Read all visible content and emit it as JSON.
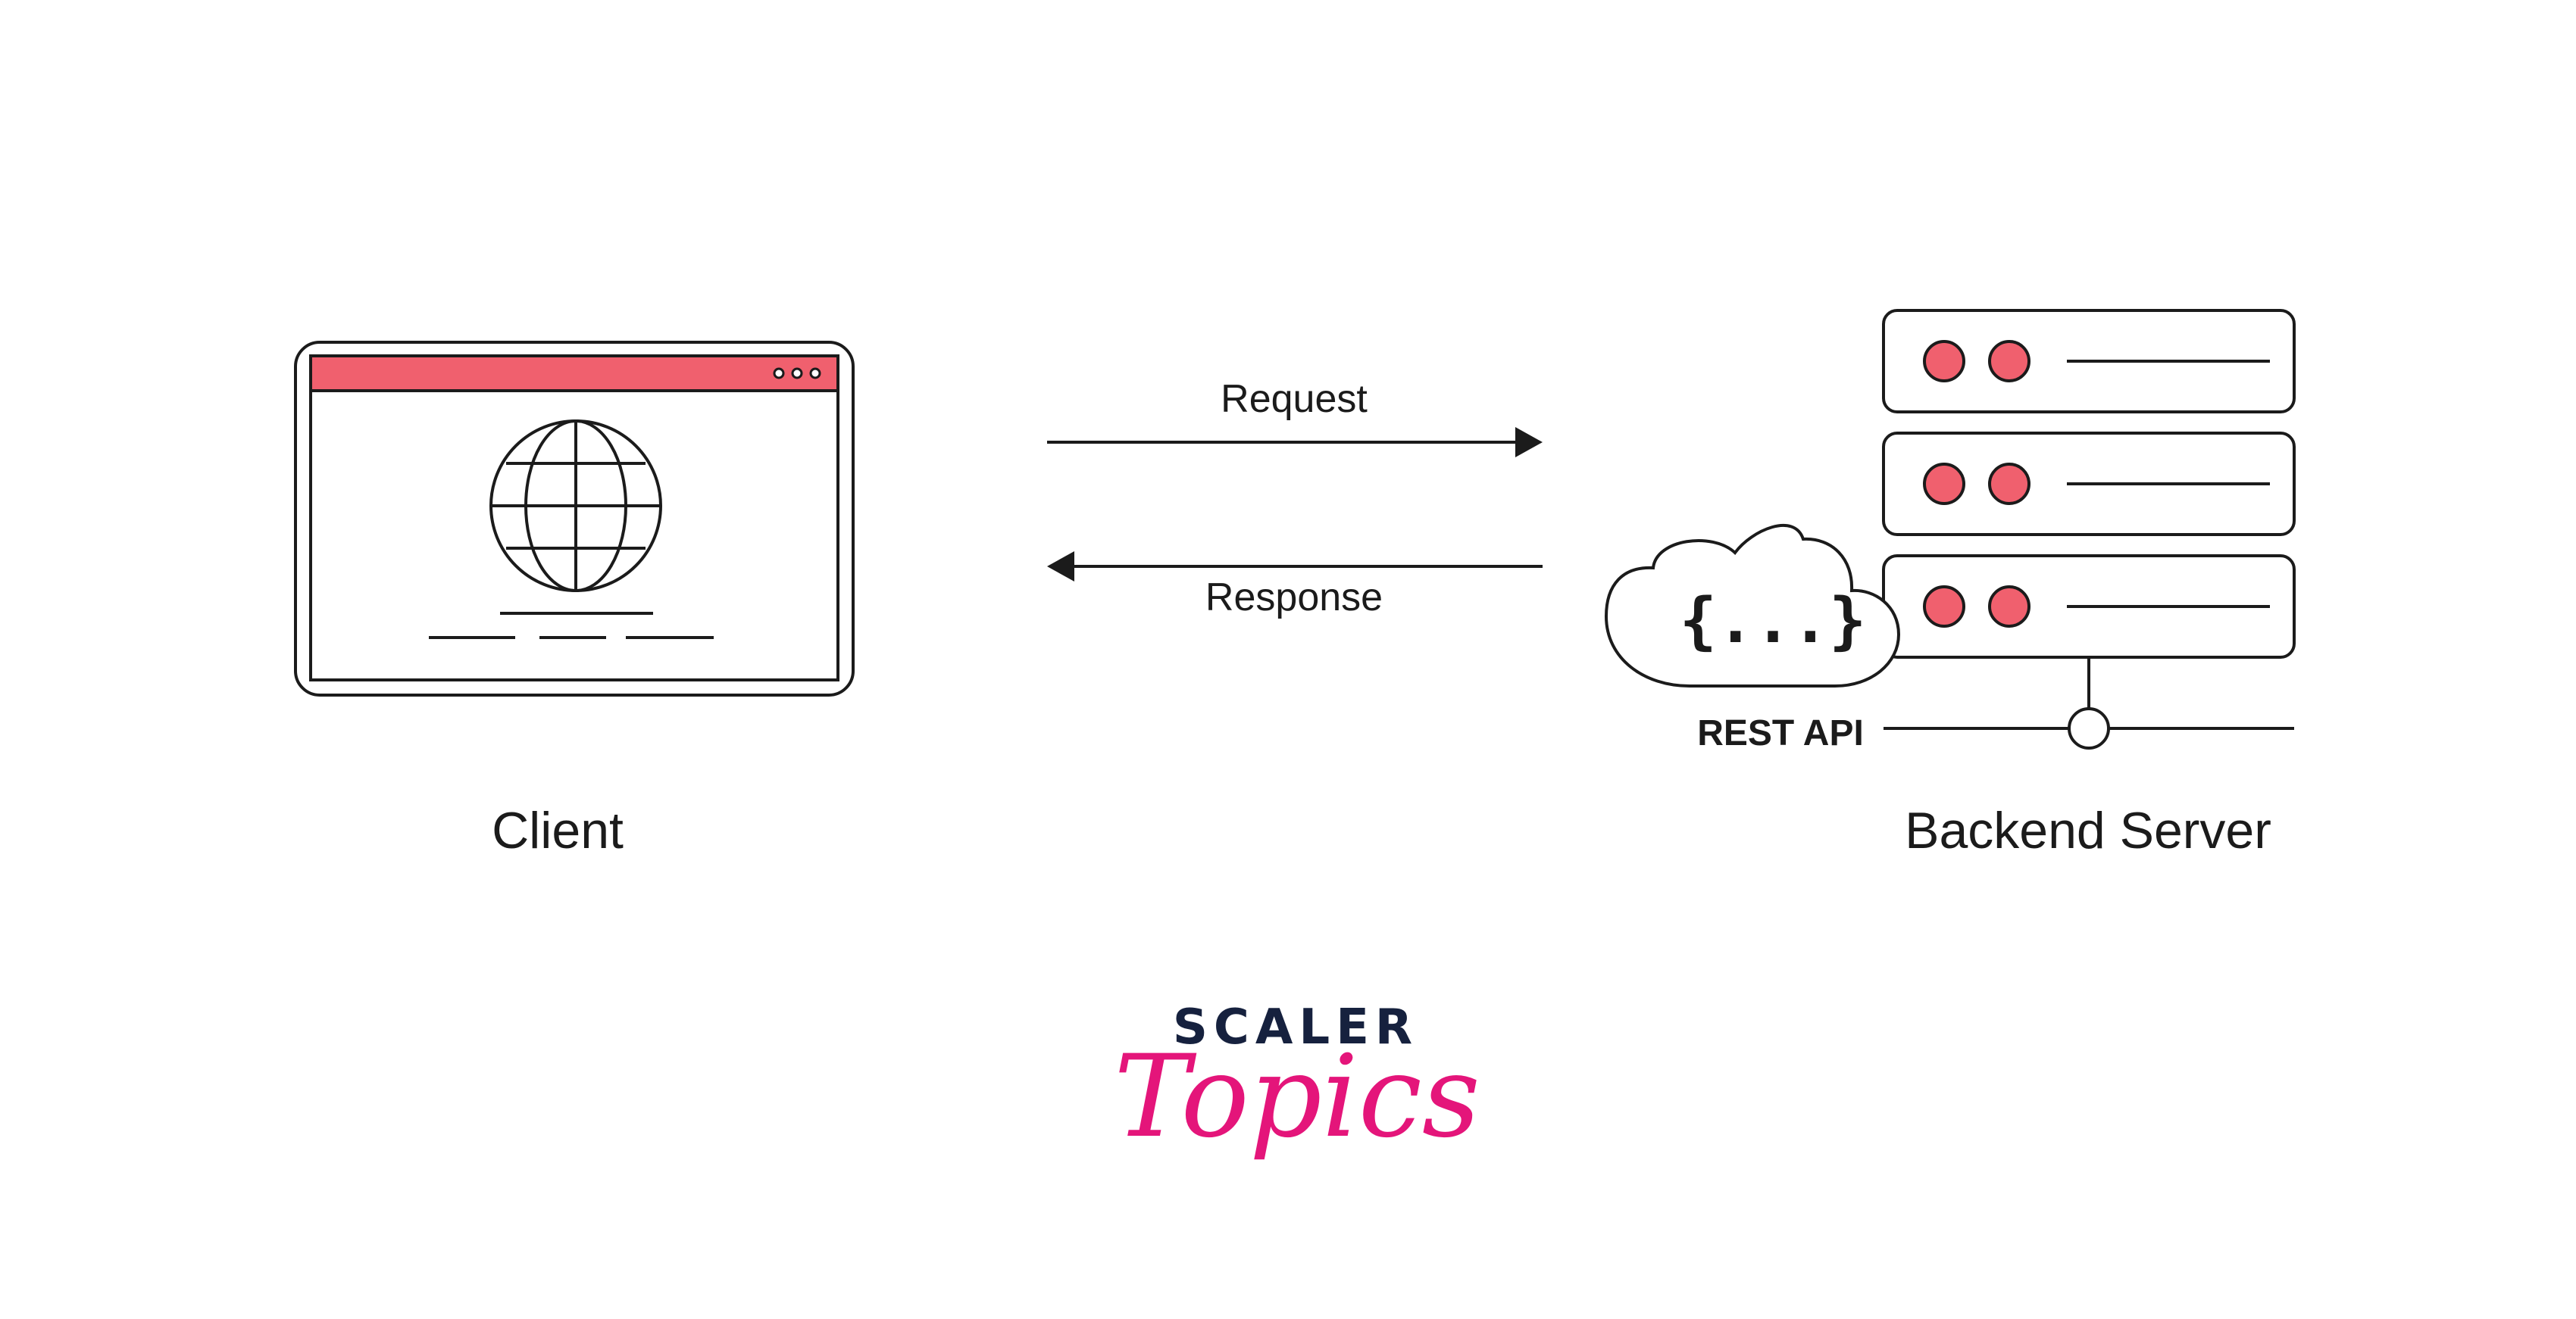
{
  "colors": {
    "accent": "#f0606e",
    "stroke": "#1b1b1b",
    "brand_dark": "#16213e",
    "brand_pink": "#e4157a",
    "background": "#ffffff"
  },
  "client": {
    "label": "Client",
    "icon": "browser-window-globe"
  },
  "arrows": {
    "request_label": "Request",
    "response_label": "Response"
  },
  "server": {
    "label": "Backend Server",
    "icon": "server-rack",
    "units": 3,
    "api_label": "REST API",
    "api_cloud_text": "{...}"
  },
  "brand": {
    "line1": "SCALER",
    "line2": "Topics"
  }
}
